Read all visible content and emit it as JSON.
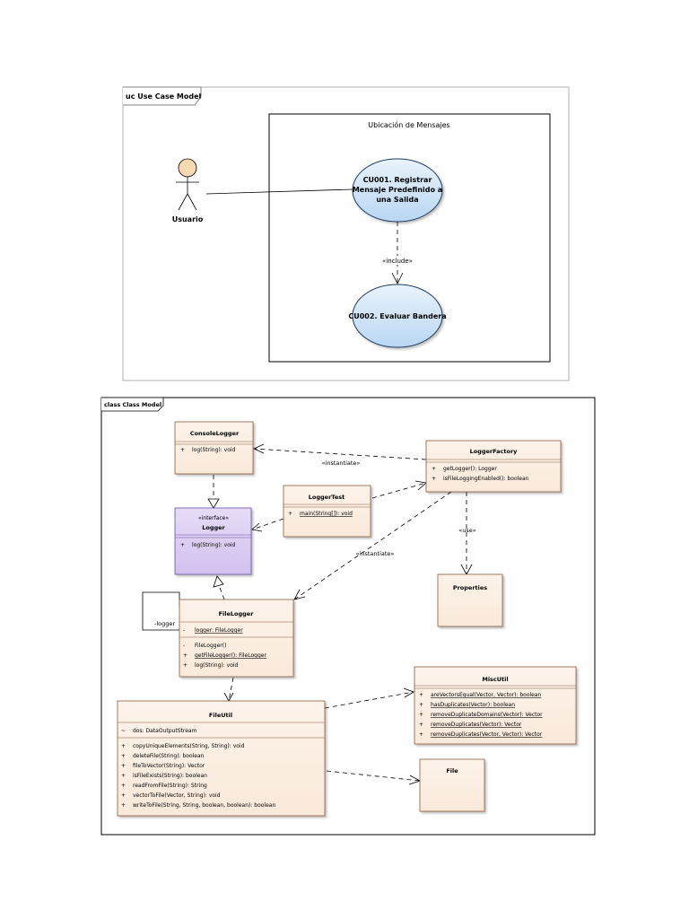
{
  "use_case_diagram": {
    "frame_label": "uc Use Case Model",
    "boundary_title": "Ubicación de Mensajes",
    "actor": {
      "name": "Usuario"
    },
    "use_cases": [
      {
        "id": "cu001",
        "lines": [
          "CU001. Registrar",
          "Mensaje  Predefinido a",
          "una Salida"
        ]
      },
      {
        "id": "cu002",
        "lines": [
          "CU002. Evaluar Bandera"
        ]
      }
    ],
    "include_label": "«include»"
  },
  "class_diagram": {
    "frame_label": "class Class Model",
    "classes": {
      "console_logger": {
        "name": "ConsoleLogger",
        "ops": [
          {
            "vis": "+",
            "text": "log(String): void"
          }
        ]
      },
      "logger_factory": {
        "name": "LoggerFactory",
        "ops": [
          {
            "vis": "+",
            "text": "getLogger(): Logger"
          },
          {
            "vis": "+",
            "text": "isFileLoggingEnabled(): boolean"
          }
        ]
      },
      "logger_test": {
        "name": "LoggerTest",
        "ops": [
          {
            "vis": "+",
            "text": "main(String[]): void"
          }
        ]
      },
      "logger": {
        "stereotype": "«interface»",
        "name": "Logger",
        "ops": [
          {
            "vis": "+",
            "text": "log(String): void"
          }
        ]
      },
      "properties": {
        "name": "Properties"
      },
      "file_logger": {
        "name": "FileLogger",
        "attrs": [
          {
            "vis": "-",
            "text": "logger: FileLogger"
          }
        ],
        "ops": [
          {
            "vis": "-",
            "text": "FileLogger()"
          },
          {
            "vis": "+",
            "text": "getFileLogger(): FileLogger"
          },
          {
            "vis": "+",
            "text": "log(String): void"
          }
        ]
      },
      "misc_util": {
        "name": "MiscUtil",
        "ops": [
          {
            "vis": "+",
            "text": "areVectorsEqual(Vector, Vector): boolean"
          },
          {
            "vis": "+",
            "text": "hasDuplicates(Vector): boolean"
          },
          {
            "vis": "+",
            "text": "removeDuplicateDomains(Vector): Vector"
          },
          {
            "vis": "+",
            "text": "removeDuplicates(Vector): Vector"
          },
          {
            "vis": "+",
            "text": "removeDuplicates(Vector, Vector): Vector"
          }
        ]
      },
      "file_util": {
        "name": "FileUtil",
        "attrs": [
          {
            "vis": "~",
            "text": "dos: DataOutputStream"
          }
        ],
        "ops": [
          {
            "vis": "+",
            "text": "copyUniqueElements(String, String): void"
          },
          {
            "vis": "+",
            "text": "deleteFile(String): boolean"
          },
          {
            "vis": "+",
            "text": "fileToVector(String): Vector"
          },
          {
            "vis": "+",
            "text": "isFileExists(String): boolean"
          },
          {
            "vis": "+",
            "text": "readFromFile(String): String"
          },
          {
            "vis": "+",
            "text": "vectorToFile(Vector, String): void"
          },
          {
            "vis": "+",
            "text": "writeToFile(String, String, boolean, boolean): boolean"
          }
        ]
      },
      "file": {
        "name": "File"
      }
    },
    "relation_labels": {
      "instantiate_1": "«instantiate»",
      "instantiate_2": "«instantiate»",
      "use": "«use»",
      "logger_role": "-logger"
    }
  },
  "colors": {
    "class_fill": "#fdf1e6",
    "class_border": "#8b5a3c",
    "interface_fill": "#dccbf2",
    "usecase_fill": "#cde3f7",
    "actor_head": "#f5d9b1"
  }
}
